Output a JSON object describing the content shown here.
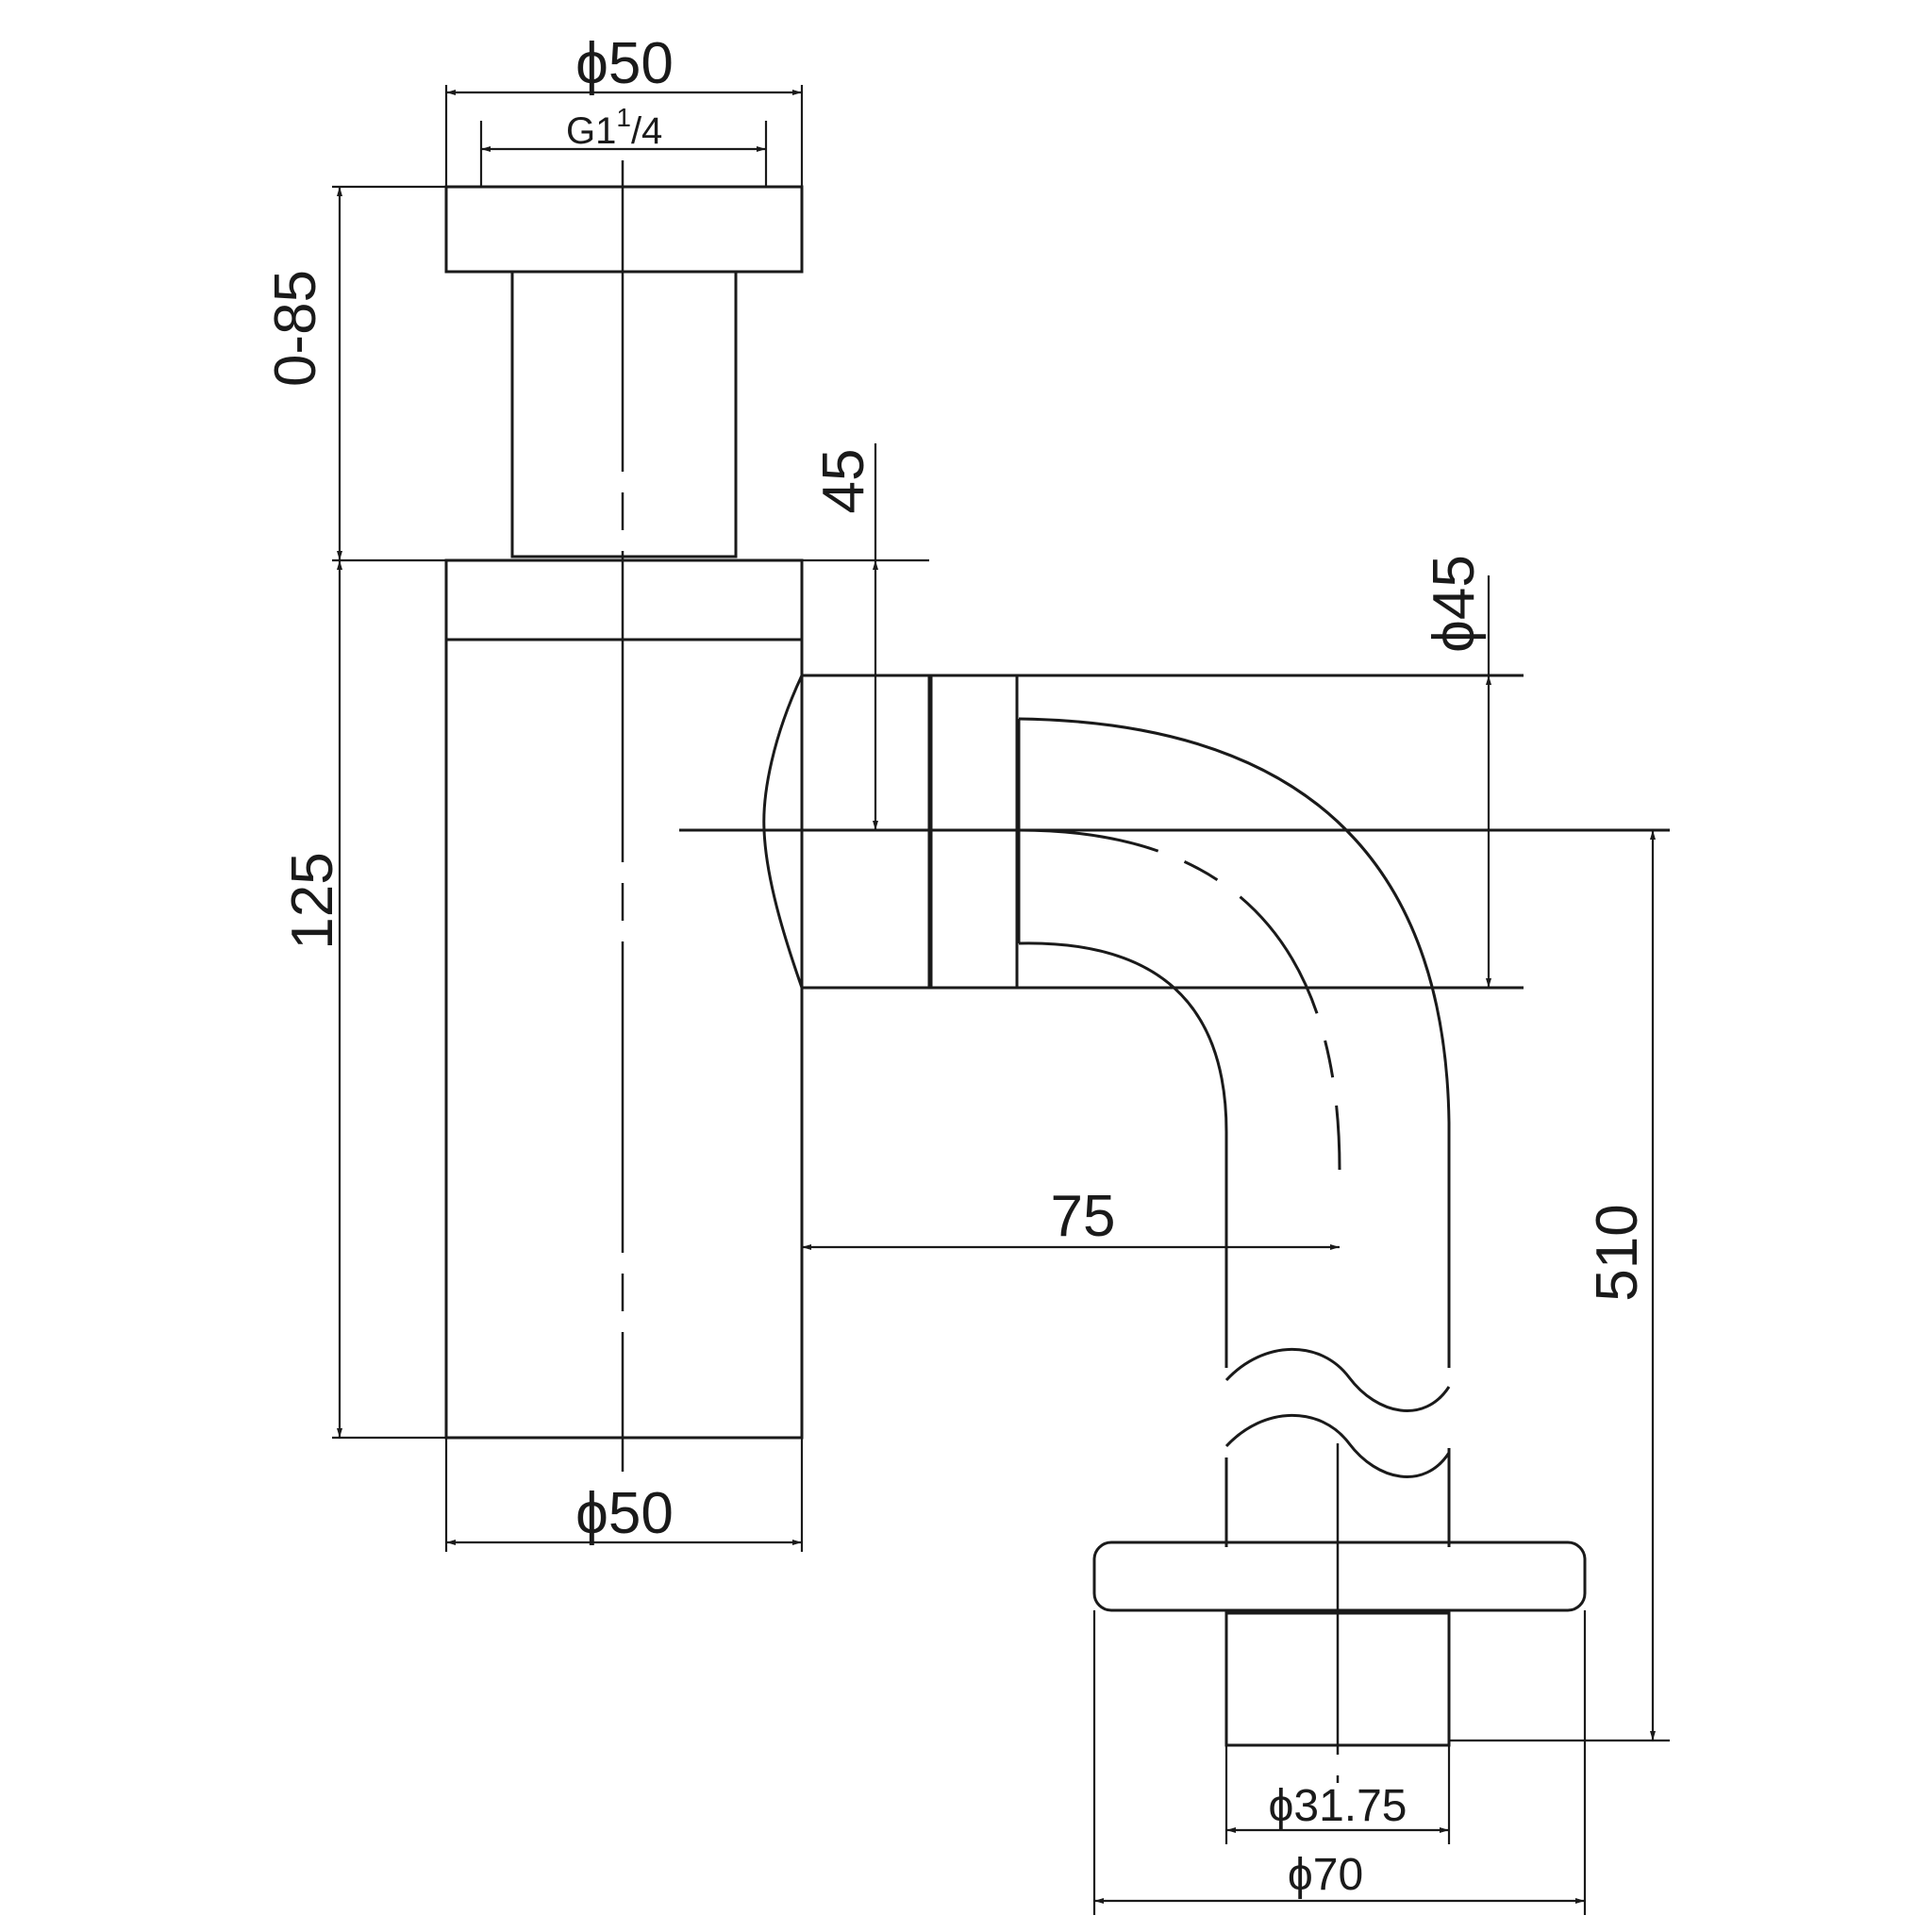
{
  "diameter_symbol": "ϕ",
  "dimensions": {
    "top_flange_diameter": "50",
    "thread": {
      "main": "G1",
      "sup": "1",
      "fraction": "/4"
    },
    "adjustable_height": "0-85",
    "outlet_offset": "45",
    "outlet_diameter": "45",
    "body_height": "125",
    "horizontal_offset": "75",
    "total_height": "510",
    "body_diameter": "50",
    "pipe_diameter": "31.75",
    "wall_flange_diameter": "70"
  },
  "colors": {
    "line": "#1a1a1a",
    "background": "#ffffff"
  }
}
